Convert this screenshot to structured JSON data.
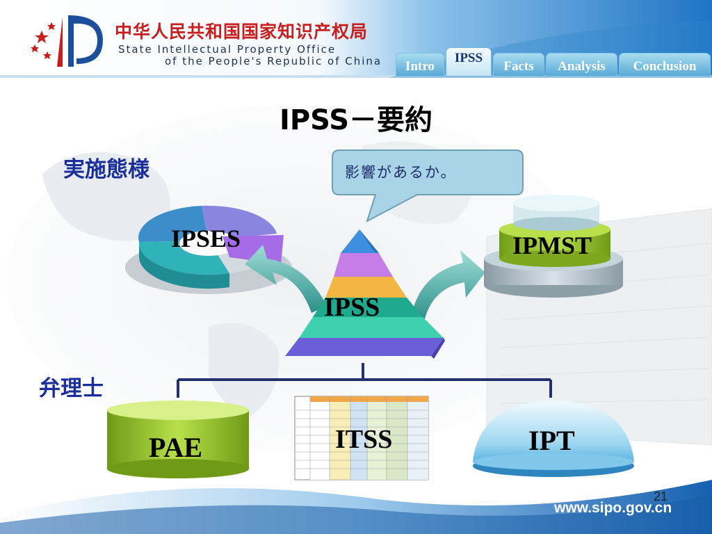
{
  "header": {
    "org_name_cn": "中华人民共和国国家知识产权局",
    "org_name_en_line1": "State Intellectual Property Office",
    "org_name_en_line2": "of the People's Republic of China"
  },
  "tabs": [
    {
      "label": "Intro",
      "active": false
    },
    {
      "label": "IPSS",
      "active": true
    },
    {
      "label": "Facts",
      "active": false
    },
    {
      "label": "Analysis",
      "active": false
    },
    {
      "label": "Conclusion",
      "active": false
    }
  ],
  "slide": {
    "title": "IPSS－要約",
    "section_implementation": "実施態様",
    "section_patent_attorney": "弁理士",
    "callout": "影響があるか。"
  },
  "diagram": {
    "ipses": "IPSES",
    "ipmst": "IPMST",
    "ipss": "IPSS",
    "pae": "PAE",
    "itss": "ITSS",
    "ipt": "IPT"
  },
  "footer": {
    "url": "www.sipo.gov.cn",
    "page_number": "21"
  },
  "colors": {
    "header_blue": "#3a8fd0",
    "title_red": "#c81e1e",
    "heading_blue": "#1a2f9c",
    "connector_navy": "#25306e"
  }
}
